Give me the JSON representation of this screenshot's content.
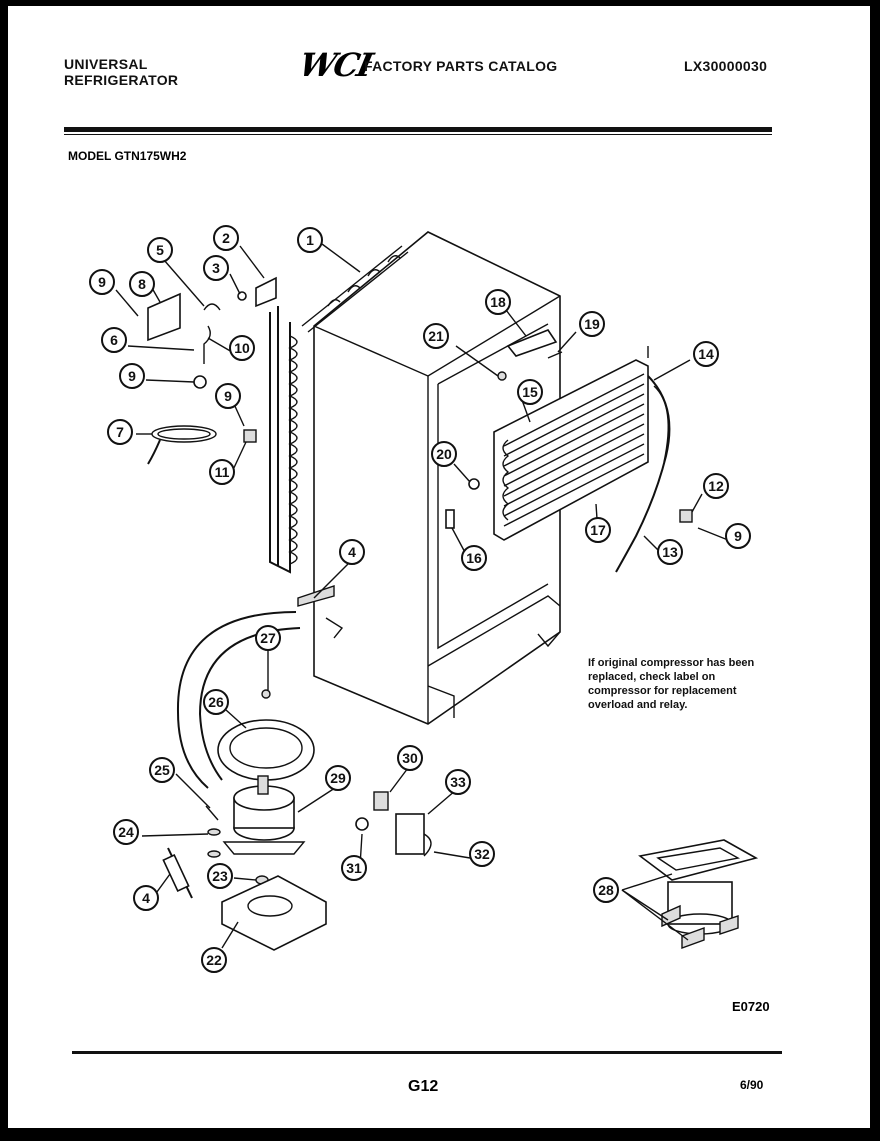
{
  "header": {
    "brand_line1": "UNIVERSAL",
    "brand_line2": "REFRIGERATOR",
    "logo": "WCI",
    "catalog_title": "FACTORY PARTS CATALOG",
    "catalog_code": "LX30000030"
  },
  "model_label": "MODEL GTN175WH2",
  "note": "If original compressor has been replaced, check label on compressor for replacement overload and relay.",
  "diagram_code": "E0720",
  "footer": {
    "page": "G12",
    "date": "6/90"
  },
  "callouts": [
    {
      "id": "callout-1",
      "label": "1"
    },
    {
      "id": "callout-2",
      "label": "2"
    },
    {
      "id": "callout-3",
      "label": "3"
    },
    {
      "id": "callout-4a",
      "label": "4"
    },
    {
      "id": "callout-4b",
      "label": "4"
    },
    {
      "id": "callout-5",
      "label": "5"
    },
    {
      "id": "callout-6",
      "label": "6"
    },
    {
      "id": "callout-7",
      "label": "7"
    },
    {
      "id": "callout-8",
      "label": "8"
    },
    {
      "id": "callout-9a",
      "label": "9"
    },
    {
      "id": "callout-9b",
      "label": "9"
    },
    {
      "id": "callout-9c",
      "label": "9"
    },
    {
      "id": "callout-9d",
      "label": "9"
    },
    {
      "id": "callout-10",
      "label": "10"
    },
    {
      "id": "callout-11",
      "label": "11"
    },
    {
      "id": "callout-12",
      "label": "12"
    },
    {
      "id": "callout-13",
      "label": "13"
    },
    {
      "id": "callout-14",
      "label": "14"
    },
    {
      "id": "callout-15",
      "label": "15"
    },
    {
      "id": "callout-16",
      "label": "16"
    },
    {
      "id": "callout-17",
      "label": "17"
    },
    {
      "id": "callout-18",
      "label": "18"
    },
    {
      "id": "callout-19",
      "label": "19"
    },
    {
      "id": "callout-20",
      "label": "20"
    },
    {
      "id": "callout-21",
      "label": "21"
    },
    {
      "id": "callout-22",
      "label": "22"
    },
    {
      "id": "callout-23",
      "label": "23"
    },
    {
      "id": "callout-24",
      "label": "24"
    },
    {
      "id": "callout-25",
      "label": "25"
    },
    {
      "id": "callout-26",
      "label": "26"
    },
    {
      "id": "callout-27",
      "label": "27"
    },
    {
      "id": "callout-28",
      "label": "28"
    },
    {
      "id": "callout-29",
      "label": "29"
    },
    {
      "id": "callout-30",
      "label": "30"
    },
    {
      "id": "callout-31",
      "label": "31"
    },
    {
      "id": "callout-32",
      "label": "32"
    },
    {
      "id": "callout-33",
      "label": "33"
    }
  ]
}
